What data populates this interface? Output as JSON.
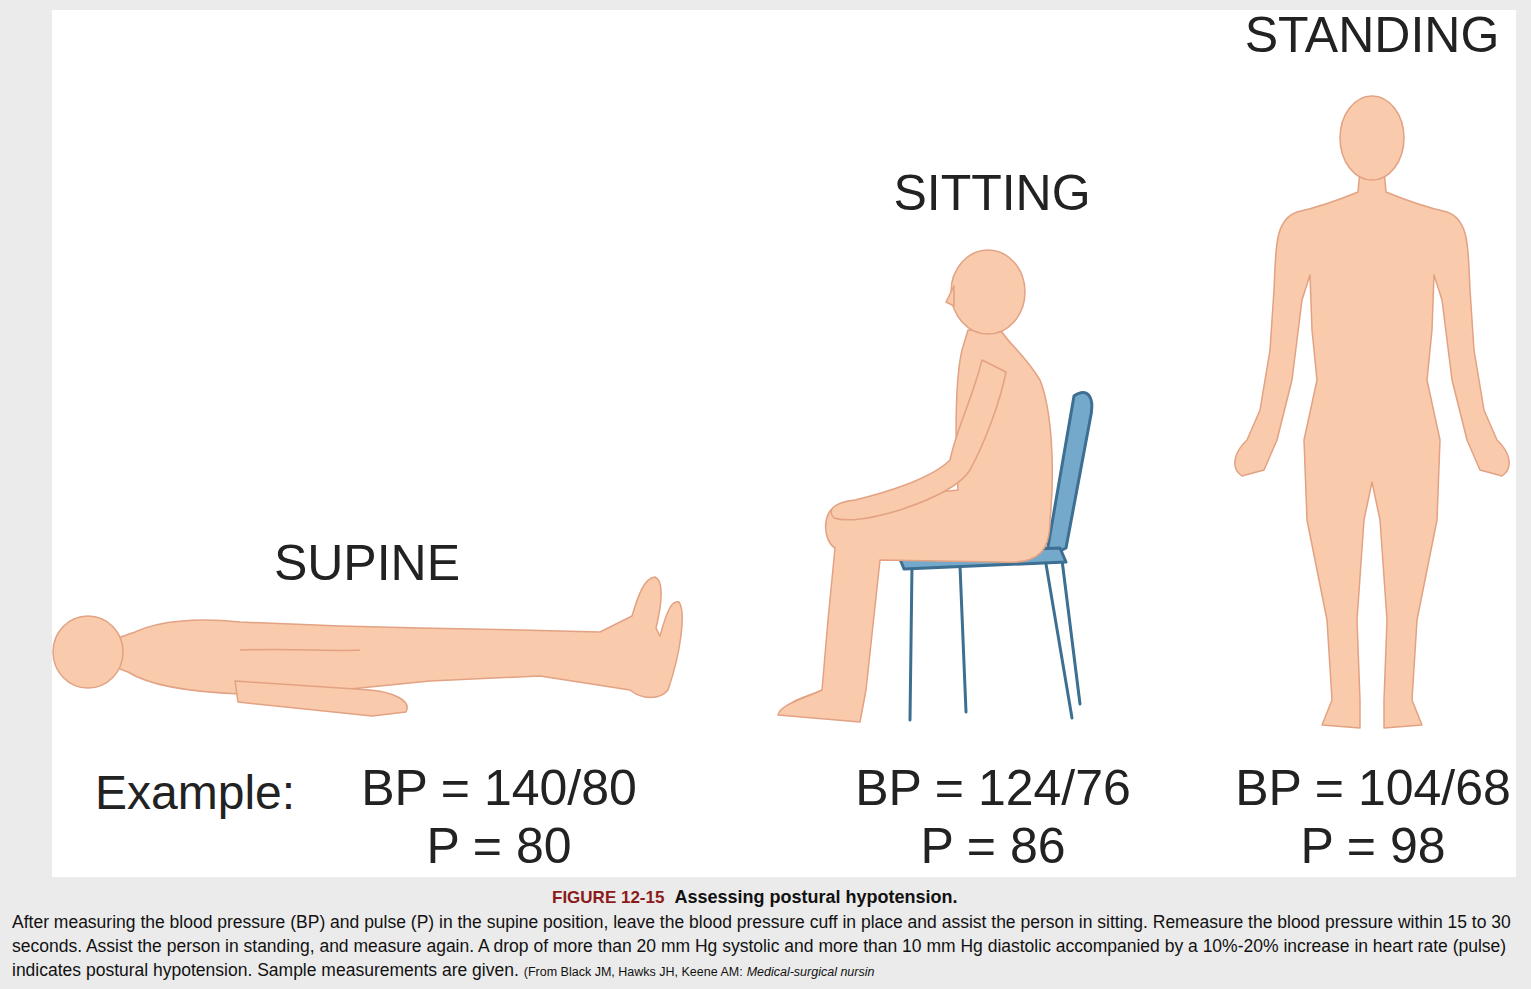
{
  "diagram": {
    "title": "Assessing postural hypotension.",
    "caption": "After measuring the blood pressure (BP) and pulse (P) in the supine position, leave the blood pressure cuff in place and assist the person in sitting. Remeasure the blood pressure within 15 to 30 seconds. Assist the person in standing, and measure again. A drop of more than 20 mm Hg systolic and more than 10 mm Hg diastolic accompanied by a 10%-20% increase in heart rate (pulse) indicates postural hypotension. Sample measurements are given.",
    "labels": [
      "STANDING",
      "SITTING",
      "SUPINE",
      "Example:",
      "BP = 140/80",
      "P = 80",
      "BP = 124/76",
      "P = 86",
      "BP = 104/68",
      "P = 98",
      "FIGURE 12-15",
      "(From Black JM, Hawks JH, Keene AM:",
      "Medical-surgical nursin"
    ]
  }
}
